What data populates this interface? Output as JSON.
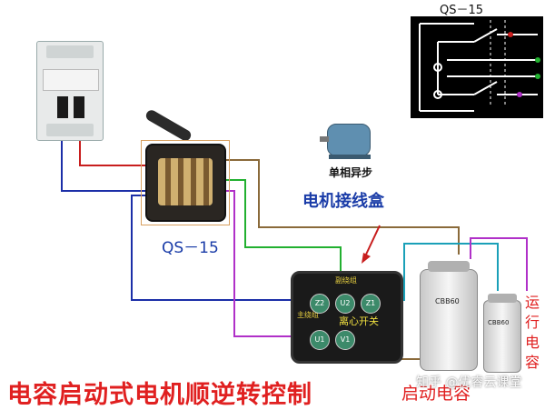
{
  "diagram": {
    "title": "电容启动式电机顺逆转控制",
    "switch_label": "QS－15",
    "inset_label": "QS－15",
    "motor_caption": "单相异步",
    "junction_label": "电机接线盒",
    "start_cap_label": "启动电容",
    "run_cap_label": "运行电容",
    "watermark": "知乎 @优睿云课堂",
    "terminal_box": {
      "top_text": "副绕组",
      "left_text": "主绕组",
      "switch_text": "离心开关",
      "terminals": [
        "Z2",
        "U2",
        "Z1",
        "U1",
        "V1"
      ]
    },
    "capacitor_text": "CBB60"
  },
  "colors": {
    "title_red": "#e02020",
    "blue_text": "#1a3ca8",
    "wire_red": "#c81e1e",
    "wire_blue": "#1c2fa8",
    "wire_green": "#22b030",
    "wire_purple": "#b030c8",
    "wire_brown": "#8a6a3a",
    "wire_teal": "#1aa0b8",
    "terminal_green": "#3c8a6a"
  }
}
